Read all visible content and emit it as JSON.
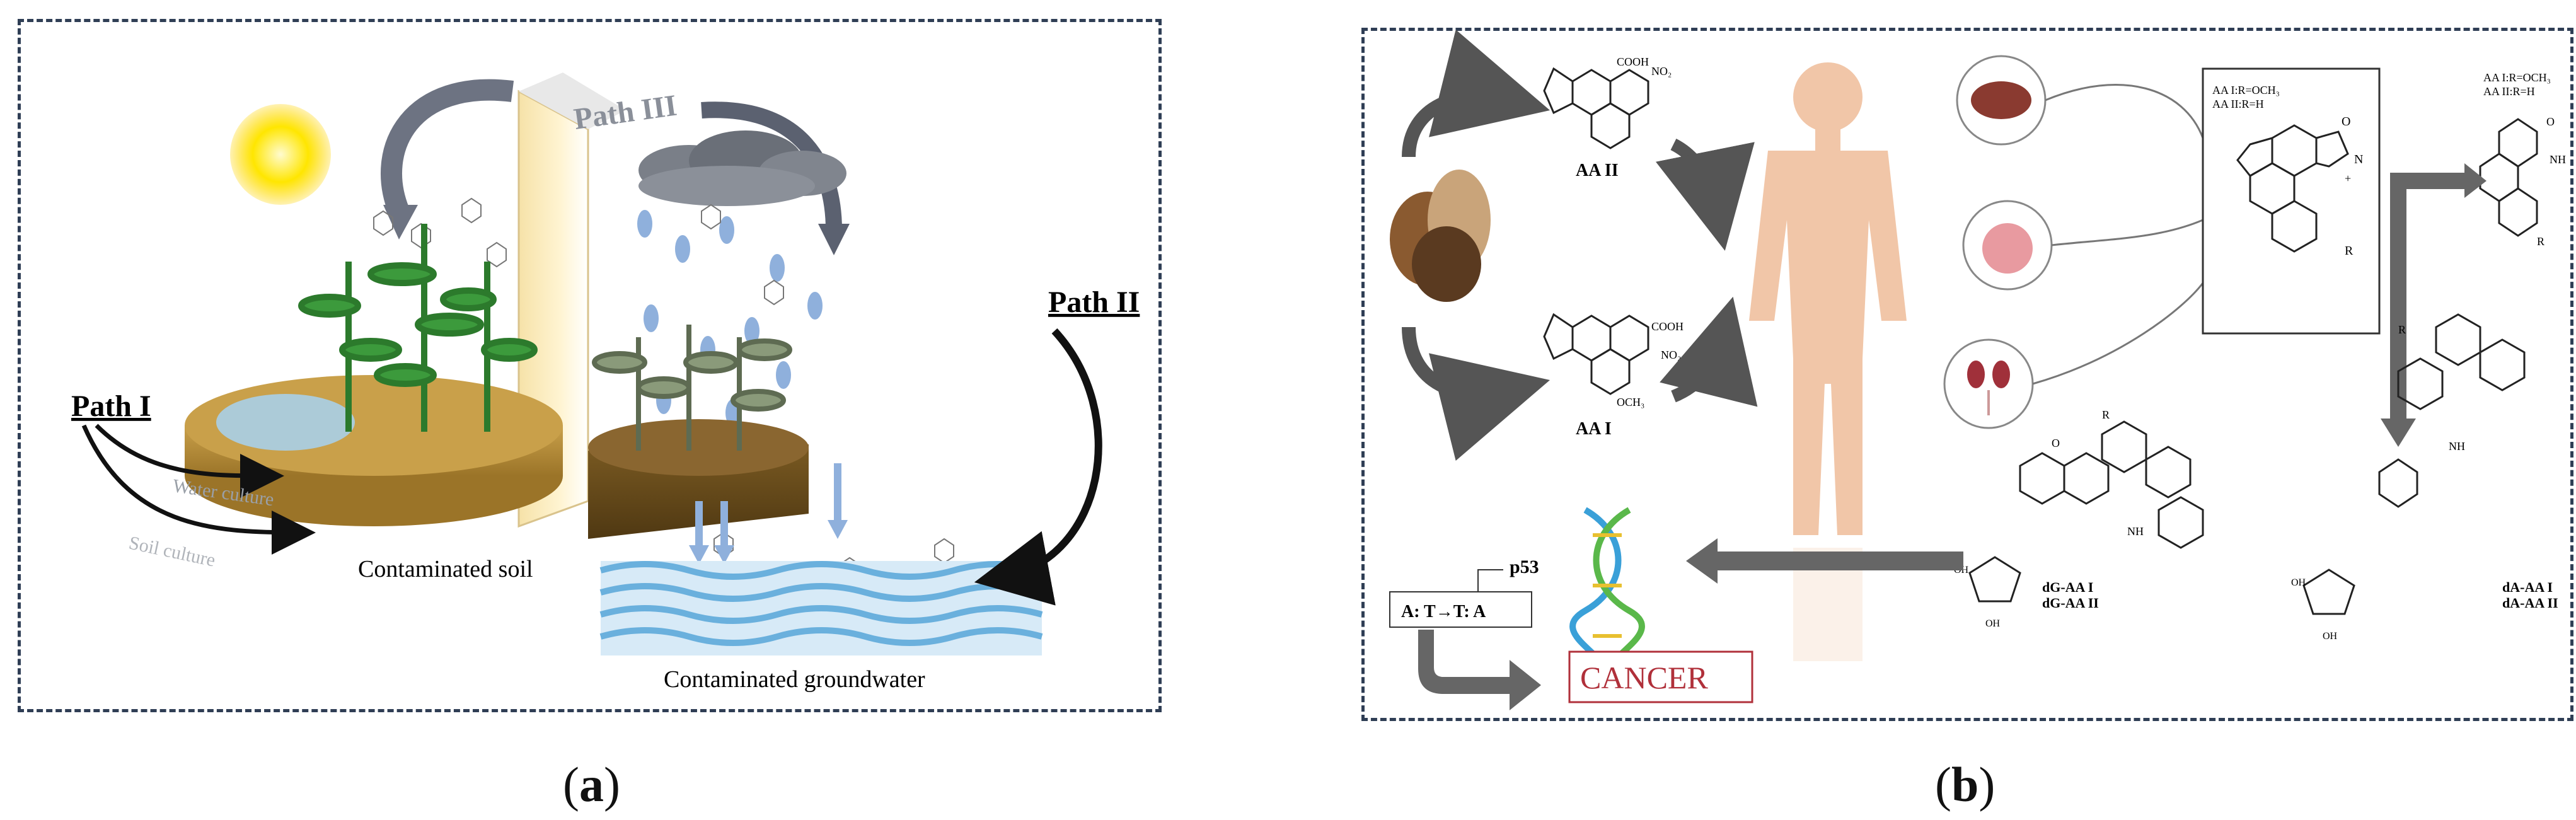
{
  "panel_a": {
    "caption_letter": "a",
    "path1": "Path I",
    "path2": "Path II",
    "path3": "Path III",
    "water_culture": "Water culture",
    "soil_culture": "Soil culture",
    "contaminated_soil": "Contaminated soil",
    "contaminated_groundwater": "Contaminated groundwater"
  },
  "panel_b": {
    "caption_letter": "b",
    "aa2": "AA II",
    "aa1": "AA I",
    "cooh": "COOH",
    "no2": "NO₂",
    "och3": "OCH₃",
    "box_line1": "AA I:R=OCH₃",
    "box_line2": "AA II:R=H",
    "lactam_line1": "AA I:R=OCH₃",
    "lactam_line2": "AA II:R=H",
    "nh": "NH",
    "r": "R",
    "o": "O",
    "n": "N",
    "dg_line1": "dG-AA I",
    "dg_line2": "dG-AA II",
    "da_line1": "dA-AA I",
    "da_line2": "dA-AA II",
    "p53": "p53",
    "mutation": "A:  T→T:  A",
    "cancer": "CANCER",
    "oh": "OH",
    "h": "H"
  }
}
